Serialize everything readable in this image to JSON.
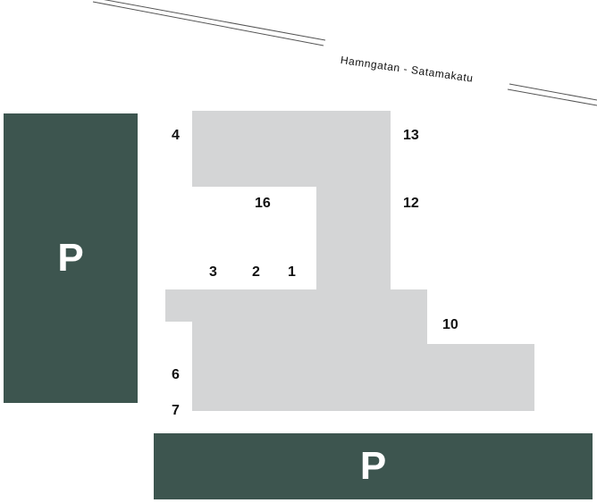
{
  "street": {
    "name": "Hamngatan - Satamakatu"
  },
  "parking": [
    {
      "id": "left",
      "label": "P"
    },
    {
      "id": "bottom",
      "label": "P"
    }
  ],
  "units": [
    "4",
    "13",
    "16",
    "12",
    "3",
    "2",
    "1",
    "10",
    "6",
    "7"
  ],
  "colors": {
    "building": "#d4d5d6",
    "parking": "#3d554f",
    "label": "#111111",
    "street_line": "#555555"
  }
}
